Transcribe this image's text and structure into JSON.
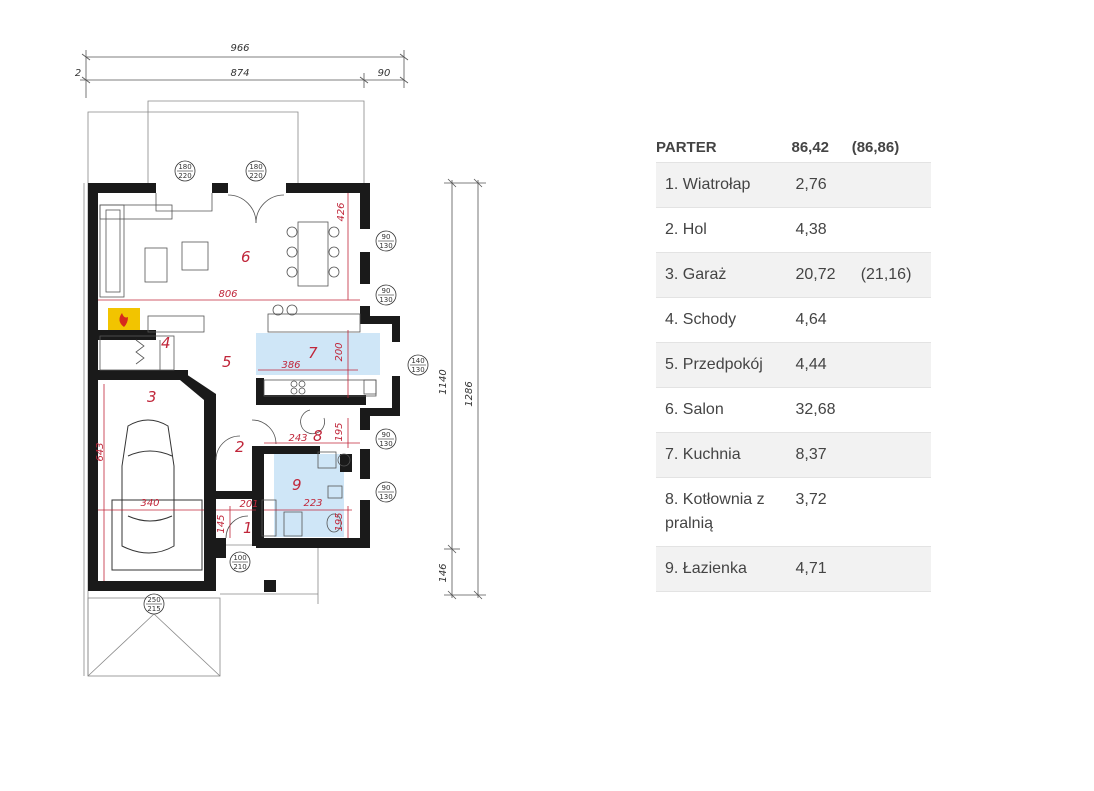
{
  "plan": {
    "dimensions": {
      "total_width": "966",
      "left_offset": "2",
      "main_width": "874",
      "right_width": "90",
      "inner_height": "1140",
      "outer_height": "1286",
      "bottom_offset": "146",
      "salon_width": "806",
      "salon_depth": "426",
      "kitchen_width": "386",
      "kitchen_depth": "200",
      "boiler_width": "243",
      "boiler_depth": "195",
      "bath_width": "223",
      "bath_depth": "195",
      "garage_width": "340",
      "garage_depth": "643",
      "hall_width": "201",
      "entry_depth": "145"
    },
    "rooms": [
      "1",
      "2",
      "3",
      "4",
      "5",
      "6",
      "7",
      "8",
      "9"
    ],
    "openings": {
      "terrace_door_1": [
        "180",
        "220"
      ],
      "terrace_door_2": [
        "180",
        "220"
      ],
      "window_salon_1": [
        "90",
        "130"
      ],
      "window_salon_2": [
        "90",
        "130"
      ],
      "window_kitchen": [
        "140",
        "130"
      ],
      "window_boiler": [
        "90",
        "130"
      ],
      "window_bath": [
        "90",
        "130"
      ],
      "entry_door": [
        "100",
        "210"
      ],
      "garage_door": [
        "250",
        "215"
      ]
    },
    "colors": {
      "wall": "#1a1a1a",
      "dimension_red": "#c0263a",
      "wet_room": "#cfe6f7",
      "fireplace": "#f2c400"
    }
  },
  "table": {
    "header": {
      "name": "PARTER",
      "area": "86,42",
      "extra": "(86,86)"
    },
    "rows": [
      {
        "name": "1. Wiatrołap",
        "area": "2,76",
        "extra": ""
      },
      {
        "name": "2. Hol",
        "area": "4,38",
        "extra": ""
      },
      {
        "name": "3. Garaż",
        "area": "20,72",
        "extra": "(21,16)"
      },
      {
        "name": "4. Schody",
        "area": "4,64",
        "extra": ""
      },
      {
        "name": "5. Przedpokój",
        "area": "4,44",
        "extra": ""
      },
      {
        "name": "6. Salon",
        "area": "32,68",
        "extra": ""
      },
      {
        "name": "7. Kuchnia",
        "area": "8,37",
        "extra": ""
      },
      {
        "name": "8. Kotłownia z pralnią",
        "area": "3,72",
        "extra": ""
      },
      {
        "name": "9. Łazienka",
        "area": "4,71",
        "extra": ""
      }
    ]
  }
}
